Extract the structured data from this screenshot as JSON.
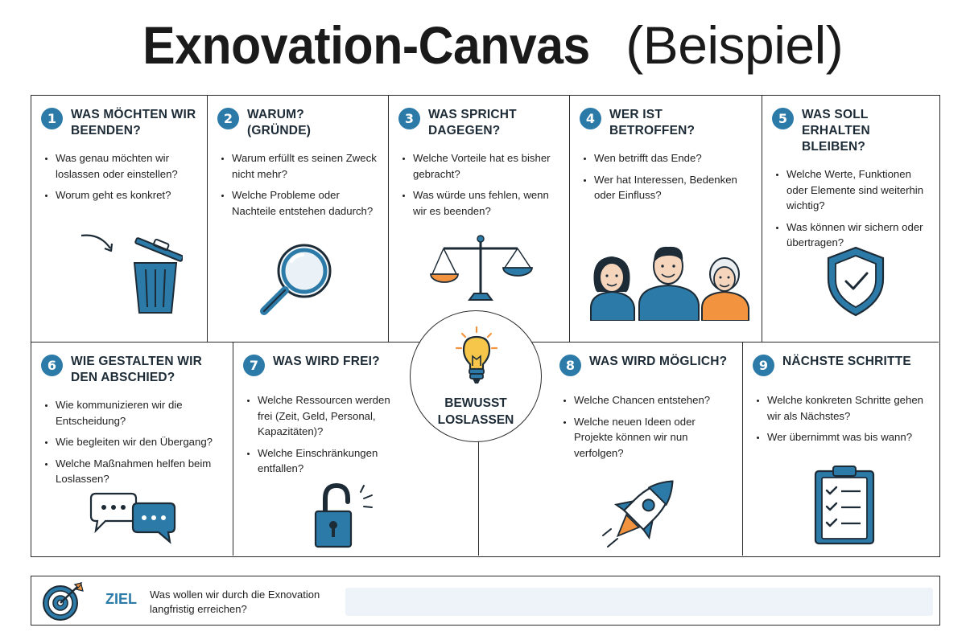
{
  "title": {
    "bold": "Exnovation-Canvas",
    "light": "(Beispiel)"
  },
  "accent_color": "#2c7aa8",
  "secondary_color": "#f2943f",
  "sections": [
    {
      "number": "1",
      "title_lines": [
        "WAS MÖCHTEN WIR",
        "BEENDEN?"
      ],
      "questions": [
        "Was genau möchten wir loslassen oder einstellen?",
        "Worum geht es konkret?"
      ],
      "icon": "trash-can-icon"
    },
    {
      "number": "2",
      "title_lines": [
        "WARUM?",
        "(GRÜNDE)"
      ],
      "questions": [
        "Warum erfüllt es seinen Zweck nicht mehr?",
        "Welche Probleme oder Nachteile entstehen dadurch?"
      ],
      "icon": "magnifier-icon"
    },
    {
      "number": "3",
      "title_lines": [
        "WAS SPRICHT",
        "DAGEGEN?"
      ],
      "questions": [
        "Welche Vorteile hat es bisher gebracht?",
        "Was würde uns fehlen, wenn wir es beenden?"
      ],
      "icon": "scales-icon"
    },
    {
      "number": "4",
      "title_lines": [
        "WER IST",
        "BETROFFEN?"
      ],
      "questions": [
        "Wen betrifft das Ende?",
        "Wer hat Interessen, Bedenken oder Einfluss?"
      ],
      "icon": "people-icon"
    },
    {
      "number": "5",
      "title_lines": [
        "WAS SOLL",
        "ERHALTEN BLEIBEN?"
      ],
      "questions": [
        "Welche Werte, Funktionen oder Elemente sind weiterhin wichtig?",
        "Was können wir sichern oder übertragen?"
      ],
      "icon": "shield-check-icon"
    },
    {
      "number": "6",
      "title_lines": [
        "WIE GESTALTEN WIR",
        "DEN ABSCHIED?"
      ],
      "questions": [
        "Wie kommunizieren wir die Entscheidung?",
        "Wie begleiten wir den Übergang?",
        "Welche Maßnahmen helfen beim Loslassen?"
      ],
      "icon": "speech-bubbles-icon"
    },
    {
      "number": "7",
      "title_lines": [
        "WAS WIRD FREI?"
      ],
      "questions": [
        "Welche Ressourcen werden frei (Zeit, Geld, Personal, Kapazitäten)?",
        "Welche Einschränkungen entfallen?"
      ],
      "icon": "unlocked-padlock-icon"
    },
    {
      "number": "8",
      "title_lines": [
        "WAS WIRD MÖGLICH?"
      ],
      "questions": [
        "Welche Chancen entstehen?",
        "Welche neuen Ideen oder Projekte können wir nun verfolgen?"
      ],
      "icon": "rocket-icon"
    },
    {
      "number": "9",
      "title_lines": [
        "NÄCHSTE SCHRITTE"
      ],
      "questions": [
        "Welche konkreten Schritte gehen wir als Nächstes?",
        "Wer übernimmt was bis wann?"
      ],
      "icon": "clipboard-checklist-icon"
    }
  ],
  "center": {
    "label_lines": [
      "BEWUSST",
      "LOSLASSEN"
    ],
    "icon": "lightbulb-icon"
  },
  "goal": {
    "label": "ZIEL",
    "text": "Was wollen wir durch die Exnovation langfristig erreichen?",
    "input_value": "",
    "icon": "target-icon"
  }
}
